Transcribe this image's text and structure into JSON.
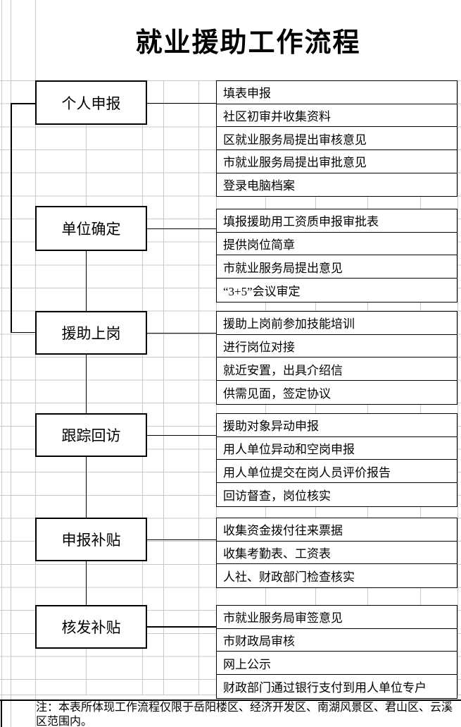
{
  "title": "就业援助工作流程",
  "flow": {
    "stages": [
      {
        "label": "个人申报",
        "steps": [
          "填表申报",
          "社区初审并收集资料",
          "区就业服务局提出审核意见",
          "市就业服务局提出审批意见",
          "登录电脑档案"
        ]
      },
      {
        "label": "单位确定",
        "steps": [
          "填报援助用工资质申报审批表",
          "提供岗位简章",
          "市就业服务局提出意见",
          "“3+5”会议审定"
        ]
      },
      {
        "label": "援助上岗",
        "steps": [
          "援助上岗前参加技能培训",
          "进行岗位对接",
          "就近安置，出具介绍信",
          "供需见面，签定协议"
        ]
      },
      {
        "label": "跟踪回访",
        "steps": [
          "援助对象异动申报",
          "用人单位异动和空岗申报",
          "用人单位提交在岗人员评价报告",
          "回访督查，岗位核实"
        ]
      },
      {
        "label": "申报补贴",
        "steps": [
          "收集资金拨付往来票据",
          "收集考勤表、工资表",
          "人社、财政部门检查核实"
        ]
      },
      {
        "label": "核发补贴",
        "steps": [
          "市就业服务局审签意见",
          "市财政局审核",
          "网上公示",
          "财政部门通过银行支付到用人单位专户"
        ]
      }
    ]
  },
  "note": "注：本表所体现工作流程仅限于岳阳楼区、经济开发区、南湖风景区、君山区、云溪区范围内。",
  "colors": {
    "grid": "#c8c8c8",
    "border": "#000000",
    "background": "#ffffff"
  }
}
